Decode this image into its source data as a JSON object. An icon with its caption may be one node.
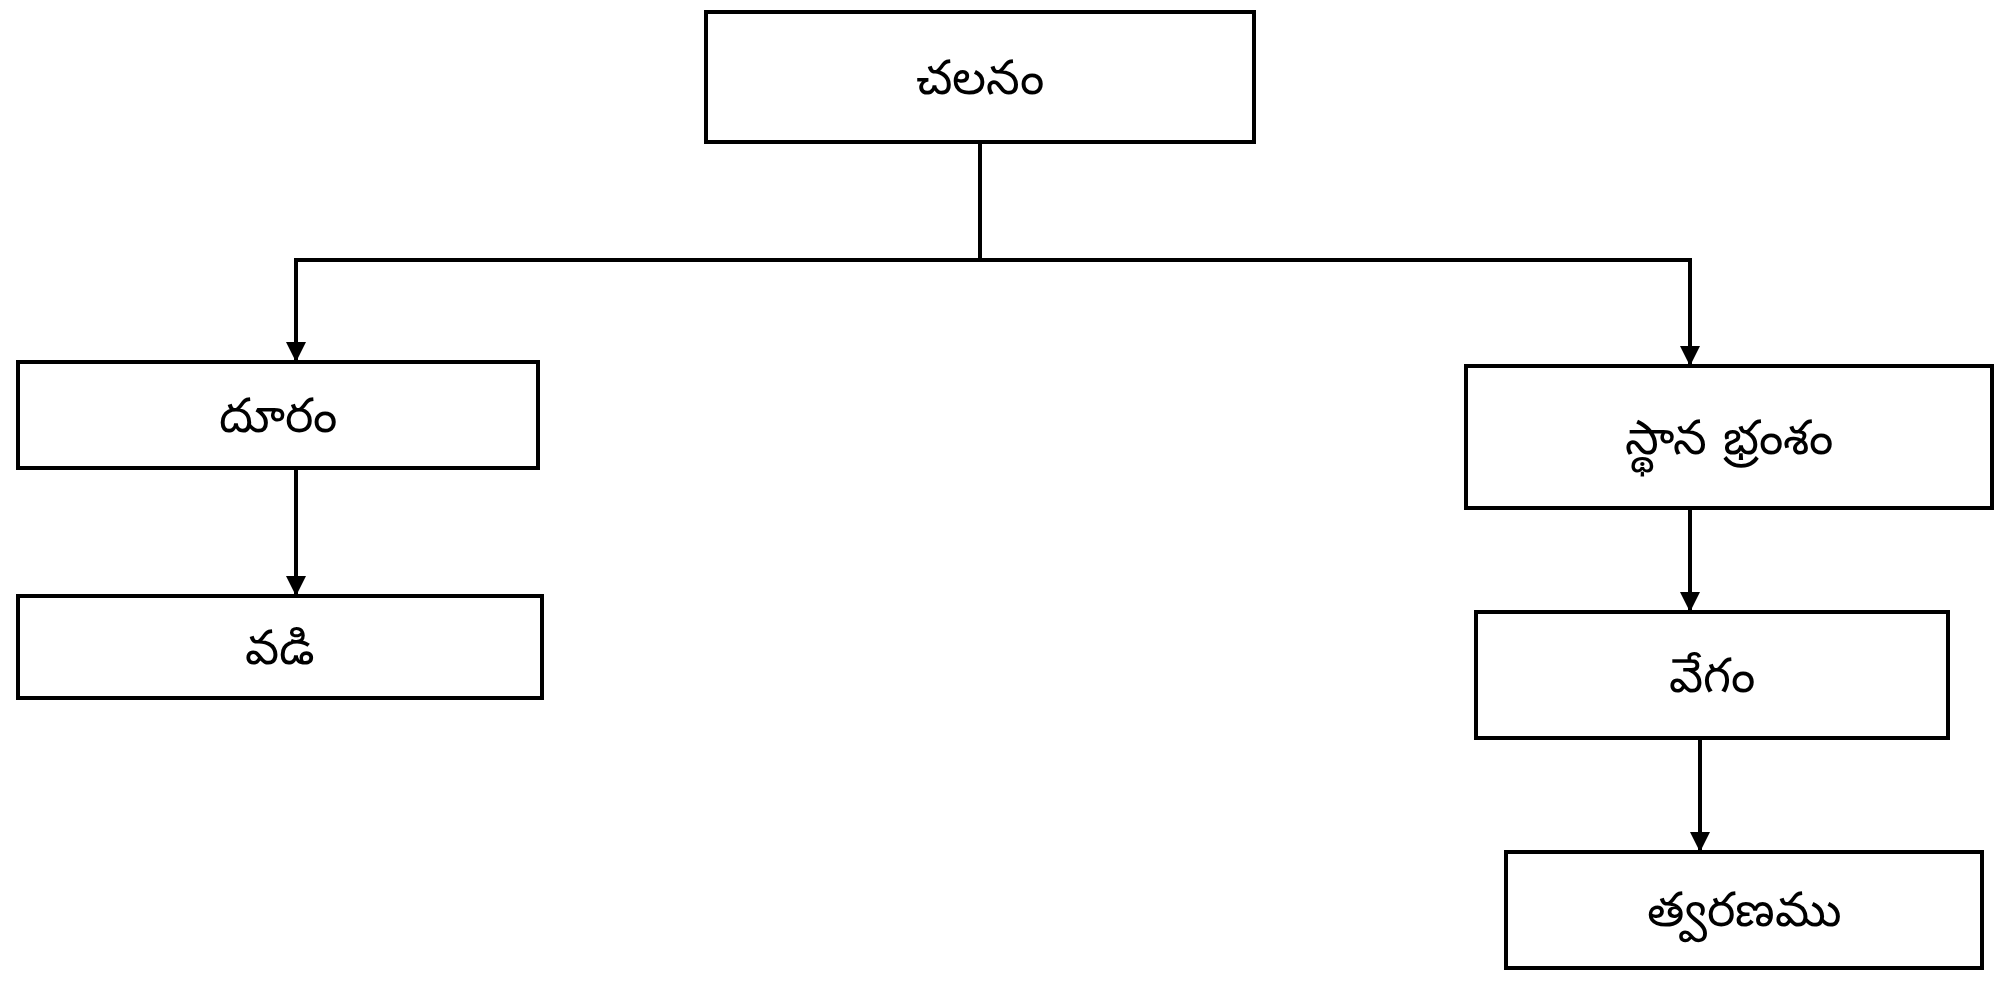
{
  "diagram": {
    "nodes": [
      {
        "text": [
          "చలనం"
        ]
      },
      {
        "text": [
          "దూరం"
        ]
      },
      {
        "text": [
          "వడి"
        ]
      },
      {
        "text": [
          "స్థాన భ్రంశం"
        ]
      },
      {
        "text": [
          "వేగం"
        ]
      },
      {
        "text": [
          "త్వరణము"
        ]
      }
    ],
    "edges": [
      {
        "from": 0,
        "to": 1,
        "arrow": "to"
      },
      {
        "from": 0,
        "to": 3,
        "arrow": "to"
      },
      {
        "from": 1,
        "to": 2,
        "arrow": "to"
      },
      {
        "from": 3,
        "to": 4,
        "arrow": "to"
      },
      {
        "from": 4,
        "to": 5,
        "arrow": "to"
      }
    ]
  }
}
